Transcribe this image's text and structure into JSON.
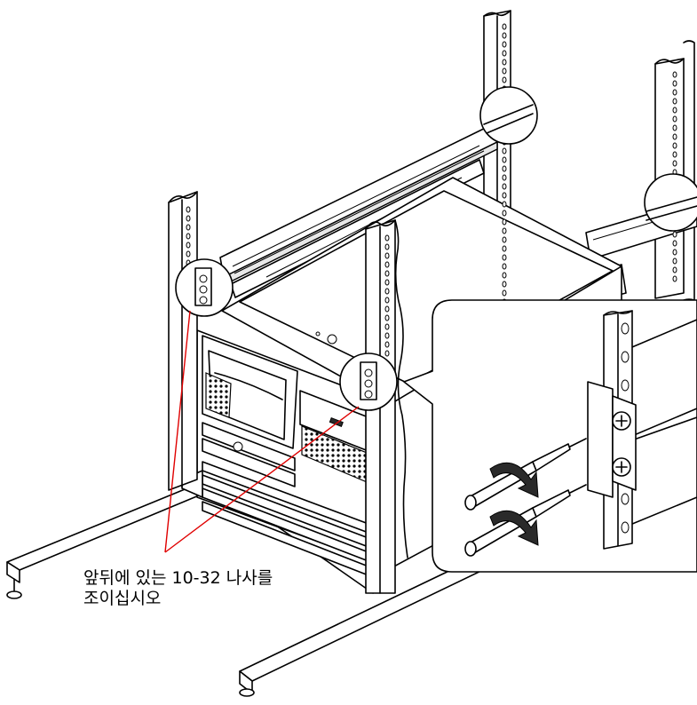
{
  "figure": {
    "callout": {
      "line1": "앞뒤에 있는 10-32 나사를",
      "line2": "조이십시오"
    },
    "colors": {
      "line": "#000000",
      "callout_leader": "#e00000",
      "background": "#ffffff"
    },
    "icons": [
      "server-chassis",
      "rack-rail",
      "mounting-screw",
      "screwdriver",
      "rotation-arrow"
    ]
  }
}
